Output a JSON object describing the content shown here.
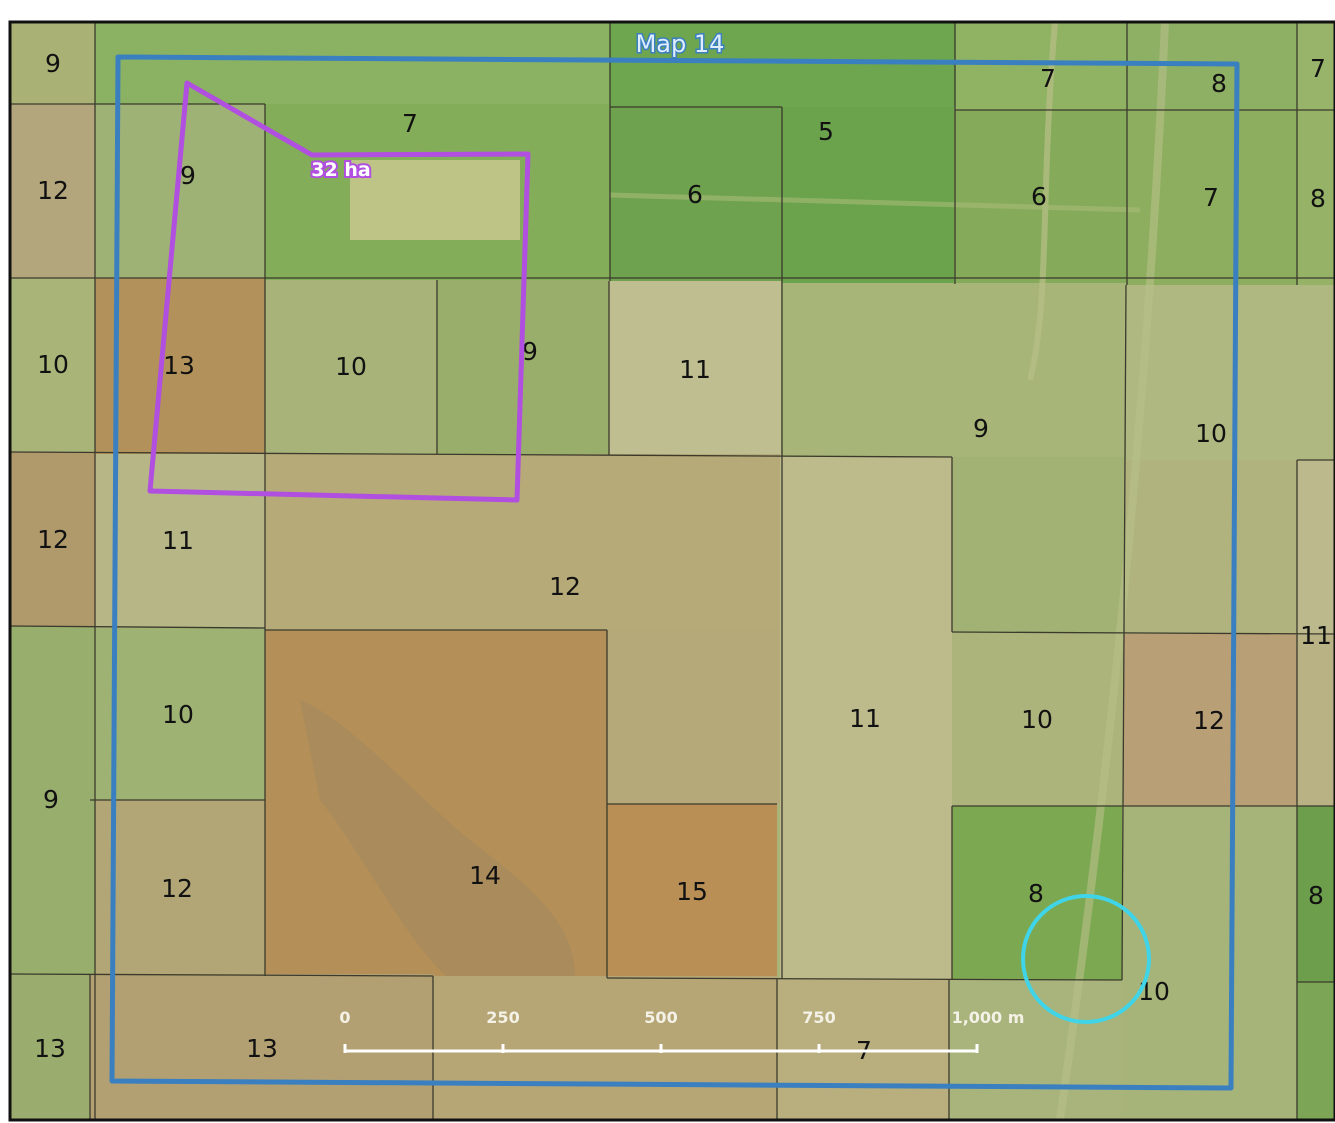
{
  "map": {
    "title": "Map 14",
    "area_label": "32 ha",
    "colors": {
      "boundary": "#3a7fc0",
      "polygon": "#b04fe0",
      "circle": "#40d4e8",
      "grid_line": "#3a3a2a",
      "scale": "#ffffff"
    },
    "scale_bar": {
      "labels": [
        "0",
        "250",
        "500",
        "750",
        "1,000 m"
      ]
    },
    "cell_labels": [
      "9",
      "7",
      "5",
      "7",
      "8",
      "7",
      "12",
      "9",
      "6",
      "6",
      "7",
      "8",
      "10",
      "13",
      "10",
      "9",
      "11",
      "9",
      "10",
      "12",
      "11",
      "12",
      "11",
      "10",
      "11",
      "10",
      "12",
      "9",
      "12",
      "14",
      "15",
      "8",
      "10",
      "8",
      "13",
      "13",
      "7"
    ]
  }
}
